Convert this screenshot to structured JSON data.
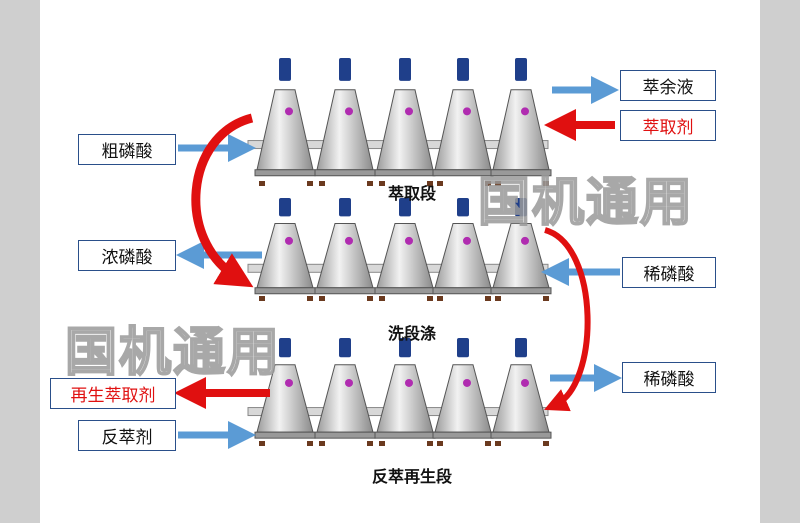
{
  "labels": {
    "raffinate": "萃余液",
    "extractant": "萃取剂",
    "crude_acid": "粗磷酸",
    "conc_acid": "浓磷酸",
    "dilute_acid_1": "稀磷酸",
    "dilute_acid_2": "稀磷酸",
    "regen_extractant": "再生萃取剂",
    "strip_agent": "反萃剂"
  },
  "stages": {
    "extraction": "萃取段",
    "washing": "洗段涤",
    "stripping": "反萃再生段"
  },
  "watermark": "国机通用",
  "colors": {
    "blue_arrow": "#5b9bd5",
    "red_arrow": "#e01010",
    "box_border": "#2a4f8a"
  }
}
